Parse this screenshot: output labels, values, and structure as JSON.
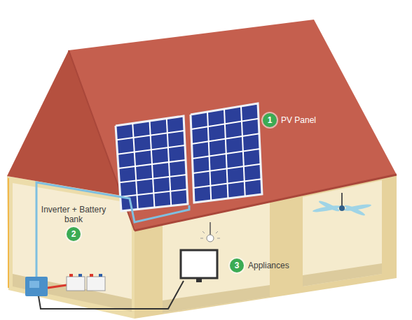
{
  "diagram": {
    "nodes": [
      {
        "text": [
          "1",
          "PV Panel"
        ]
      },
      {
        "text": [
          "Inverter + Battery bank",
          "2"
        ]
      },
      {
        "text": [
          "3",
          "Appliances"
        ]
      }
    ]
  }
}
